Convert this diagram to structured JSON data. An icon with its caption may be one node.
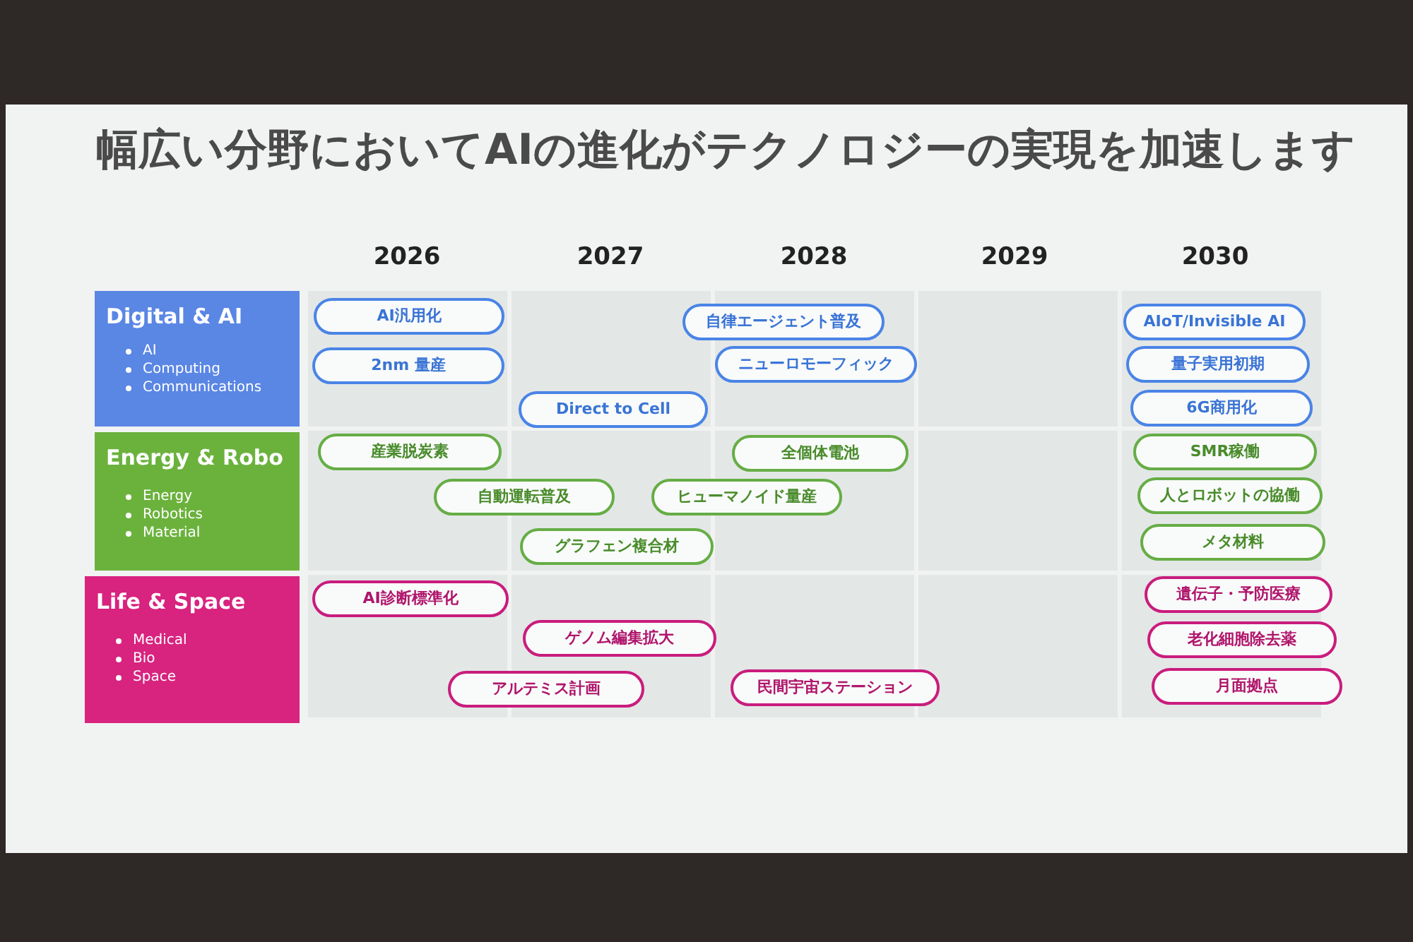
{
  "diagram": {
    "title": "幅広い分野においてAIの進化がテクノロジーの実現を加速します",
    "nodes": [
      {
        "text": [
          "Digital & AI",
          "AI",
          "Computing",
          "Communications"
        ]
      },
      {
        "text": [
          "AI汎用化"
        ]
      },
      {
        "text": [
          "自律エージェント普及"
        ]
      },
      {
        "text": [
          "AIoT/Invisible AI"
        ]
      },
      {
        "text": [
          "2nm 量産"
        ]
      },
      {
        "text": [
          "ニューロモーフィック"
        ]
      },
      {
        "text": [
          "量子実用初期"
        ]
      },
      {
        "text": [
          "Direct to Cell"
        ]
      },
      {
        "text": [
          "6G商用化"
        ]
      },
      {
        "text": [
          "Energy & Robo",
          "Energy",
          "Robotics",
          "Material"
        ]
      },
      {
        "text": [
          "産業脱炭素"
        ]
      },
      {
        "text": [
          "全個体電池"
        ]
      },
      {
        "text": [
          "SMR稼働"
        ]
      },
      {
        "text": [
          "自動運転普及"
        ]
      },
      {
        "text": [
          "ヒューマノイド量産"
        ]
      },
      {
        "text": [
          "人とロボットの協働"
        ]
      },
      {
        "text": [
          "グラフェン複合材"
        ]
      },
      {
        "text": [
          "メタ材料"
        ]
      },
      {
        "text": [
          "Life & Space",
          "Medical",
          "Bio",
          "Space"
        ]
      },
      {
        "text": [
          "AI診断標準化"
        ]
      },
      {
        "text": [
          "遺伝子・予防医療"
        ]
      },
      {
        "text": [
          "ゲノム編集拡大"
        ]
      },
      {
        "text": [
          "老化細胞除去薬"
        ]
      },
      {
        "text": [
          "アルテミス計画"
        ]
      },
      {
        "text": [
          "民間宇宙ステーション"
        ]
      },
      {
        "text": [
          "月面拠点"
        ]
      }
    ],
    "labels": [
      "2026",
      "2027",
      "2028",
      "2029",
      "2030"
    ]
  }
}
